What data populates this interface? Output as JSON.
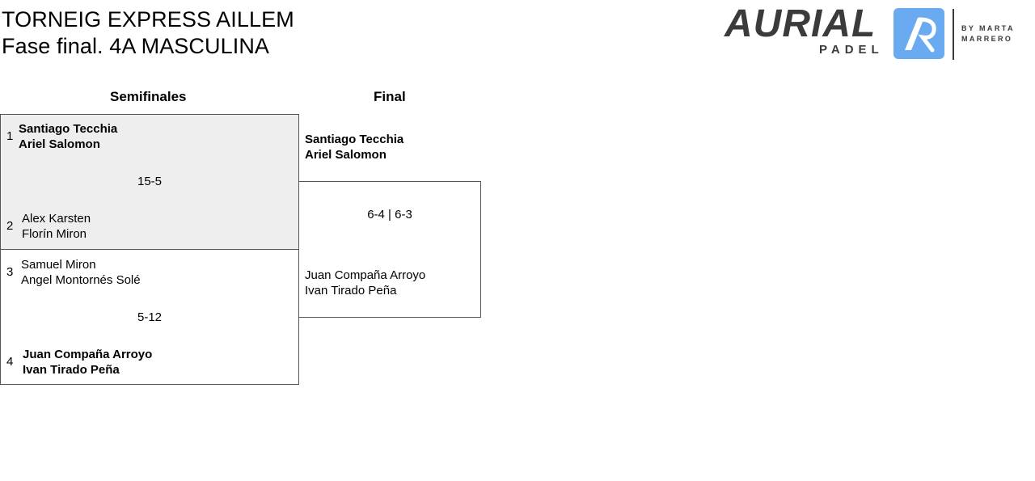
{
  "header": {
    "title_line1": "TORNEIG EXPRESS AILLEM",
    "title_line2": "Fase final. 4A MASCULINA"
  },
  "logo": {
    "word": "AURIAL",
    "sub": "PADEL",
    "by_line1": "BY MARTA",
    "by_line2": "MARRERO",
    "brand_color": "#6aaaf0",
    "dark_color": "#3b3b3b"
  },
  "rounds": {
    "semifinal_label": "Semifinales",
    "final_label": "Final"
  },
  "semifinals": [
    {
      "score": "15-5",
      "team_a": {
        "seed": "1",
        "player1": "Santiago Tecchia",
        "player2": "Ariel Salomon",
        "winner": true
      },
      "team_b": {
        "seed": "2",
        "player1": "Alex Karsten",
        "player2": "Florín Miron",
        "winner": false
      }
    },
    {
      "score": "5-12",
      "team_a": {
        "seed": "3",
        "player1": "Samuel Miron",
        "player2": "Angel Montornés Solé",
        "winner": false
      },
      "team_b": {
        "seed": "4",
        "player1": "Juan Compaña Arroyo",
        "player2": "Ivan Tirado Peña",
        "winner": true
      }
    }
  ],
  "final": {
    "score": "6-4 | 6-3",
    "team_a": {
      "player1": "Santiago Tecchia",
      "player2": "Ariel Salomon",
      "winner": true
    },
    "team_b": {
      "player1": "Juan Compaña Arroyo",
      "player2": "Ivan Tirado Peña",
      "winner": false
    }
  }
}
